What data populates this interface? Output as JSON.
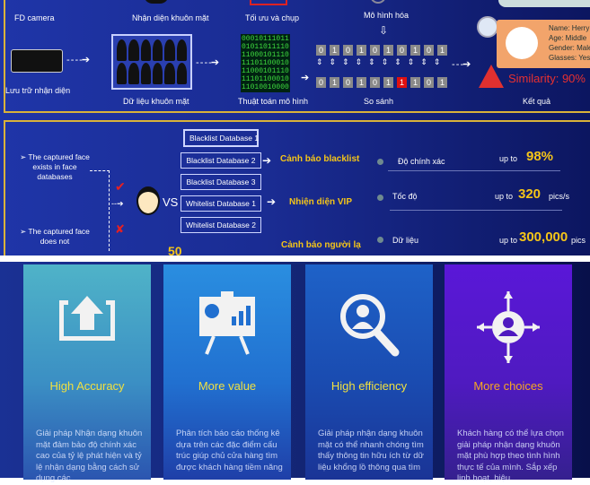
{
  "pipeline": {
    "fd_camera": "FD camera",
    "face_detect": "Nhận diện khuôn mặt",
    "optimize": "Tối ưu và chụp",
    "modeling": "Mô hình hóa",
    "storage": "Lưu trữ nhận diện",
    "face_data": "Dữ liệu khuôn mặt",
    "algorithm": "Thuật toán mô hình",
    "algorithm_bits": [
      "00010111011",
      "01011011110",
      "11000101110",
      "11101100010",
      "11000101110",
      "11101100010",
      "11010010000"
    ],
    "compare": "So sánh",
    "bits_top": [
      "0",
      "1",
      "0",
      "1",
      "0",
      "1",
      "0",
      "1",
      "0",
      "1"
    ],
    "bits_bottom": [
      "0",
      "1",
      "0",
      "1",
      "0",
      "1",
      "1",
      "1",
      "0",
      "1"
    ],
    "result": "Kết quả",
    "profile": {
      "name": "Name: Herry",
      "age": "Age: Middle",
      "gender": "Gender: Male",
      "glasses": "Glasses: Yes"
    },
    "similarity": "Similarity: 90%"
  },
  "matching": {
    "exists": "➢ The captured face exists in face databases",
    "not_exists": "➢ The captured face does not",
    "vs": "VS",
    "databases": [
      "Blacklist Database 1",
      "Blacklist Database 2",
      "Blacklist Database 3",
      "Whitelist Database 1",
      "Whitelist Database 2"
    ],
    "alert_blacklist": "Cảnh báo blacklist",
    "vip": "Nhiện diện VIP",
    "alert_stranger": "Cảnh báo người lạ",
    "partial_number": "50"
  },
  "stats": [
    {
      "label": "Độ chính xác",
      "prefix": "up to",
      "value": "98%",
      "unit": ""
    },
    {
      "label": "Tốc độ",
      "prefix": "up to",
      "value": "320",
      "unit": "pics/s"
    },
    {
      "label": "Dữ liệu",
      "prefix": "up to",
      "value": "300,000",
      "unit": "pics"
    }
  ],
  "cards": [
    {
      "title": "High Accuracy",
      "desc": "Giải pháp Nhận dạng khuôn mặt đảm bảo độ chính xác cao của tỷ lệ phát hiện và tỷ lệ nhận dạng bằng cách sử dụng các",
      "color": "#f0e040"
    },
    {
      "title": "More value",
      "desc": "Phân tích báo cáo thống kê dựa trên các đặc điểm cấu trúc giúp chủ cửa hàng tìm được khách hàng tiềm năng",
      "color": "#f0e040"
    },
    {
      "title": "High efficiency",
      "desc": "Giải pháp nhận dạng khuôn mặt có thể nhanh chóng tìm thấy thông tin hữu ích từ dữ liệu khổng lồ thông qua tìm",
      "color": "#f0e040"
    },
    {
      "title": "More choices",
      "desc": "Khách hàng có thể lựa chọn giải pháp nhận dạng khuôn mặt phù hợp theo tình hình thực tế của mình. Sắp xếp linh hoạt, hiệu",
      "color": "#f5a623"
    }
  ]
}
